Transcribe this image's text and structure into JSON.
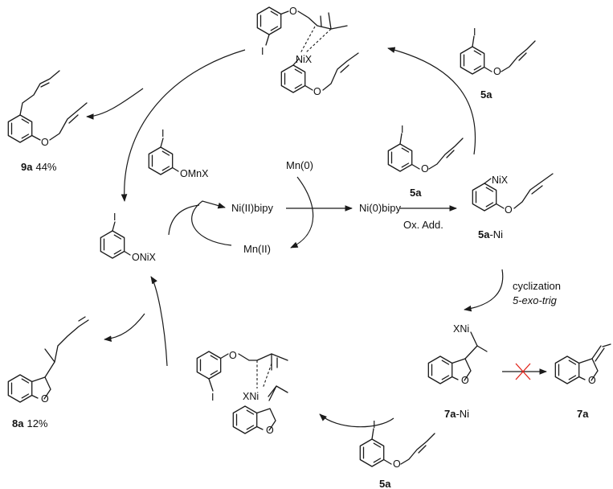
{
  "atoms": {
    "iodo": "I",
    "oxy": "O",
    "nix": "NiX",
    "xni": "XNi",
    "onix": "ONiX",
    "omnx": "OMnX"
  },
  "compounds": {
    "c5a": "5a",
    "c5a_ni": {
      "num": "5a",
      "suffix": "-Ni"
    },
    "c7a": "7a",
    "c7a_ni": {
      "num": "7a",
      "suffix": "-Ni"
    },
    "c8a": {
      "num": "8a",
      "yield": "12%"
    },
    "c9a": {
      "num": "9a",
      "yield": "44%"
    }
  },
  "species": {
    "ni2": "Ni(II)bipy",
    "ni0": "Ni(0)bipy",
    "mn0": "Mn(0)",
    "mn2": "Mn(II)"
  },
  "steps": {
    "ox_add": "Ox. Add.",
    "cyclization": "cyclization",
    "exo": "5-exo-trig"
  },
  "colors": {
    "ink": "#1a1a1a",
    "forbidden_cross": "#e2231a"
  }
}
